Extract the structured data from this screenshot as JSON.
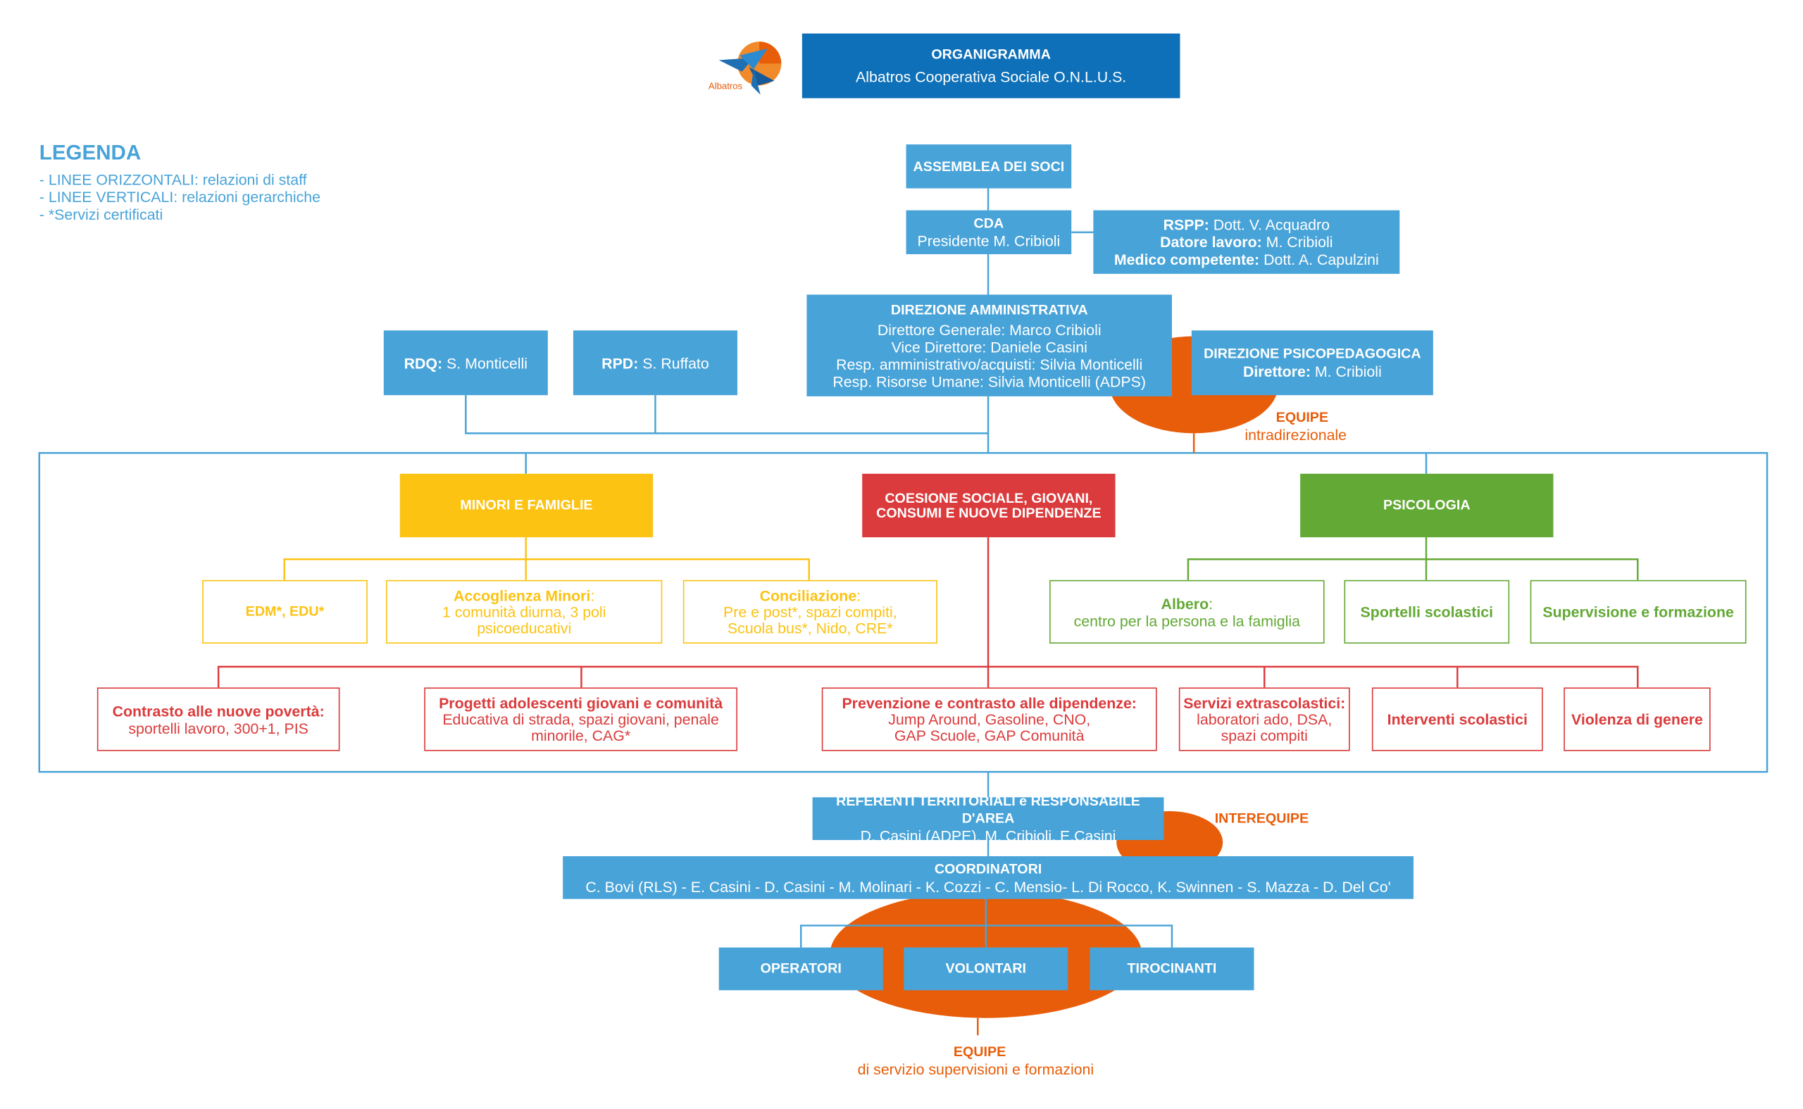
{
  "colors": {
    "blue": "#48a3d8",
    "dark_blue": "#0e70b8",
    "yellow": "#fcc313",
    "red": "#db3b3c",
    "green": "#63a935",
    "orange": "#e85d0a"
  },
  "logo": {
    "icon": "albatros-bird-logo",
    "text": "Albatros"
  },
  "header": {
    "title": "ORGANIGRAMMA",
    "subtitle": "Albatros Cooperativa Sociale O.N.L.U.S."
  },
  "legend": {
    "title": "LEGENDA",
    "items": [
      "- LINEE ORIZZONTALI: relazioni di staff",
      "- LINEE VERTICALI: relazioni gerarchiche",
      "- *Servizi certificati"
    ]
  },
  "assemblea": "ASSEMBLEA DEI SOCI",
  "cda": {
    "title": "CDA",
    "line": "Presidente M. Cribioli"
  },
  "rspp": [
    {
      "label": "RSPP:",
      "value": " Dott. V. Acquadro"
    },
    {
      "label": "Datore lavoro:",
      "value": " M. Cribioli"
    },
    {
      "label": "Medico competente:",
      "value": " Dott. A. Capulzini"
    }
  ],
  "direzione_amm": {
    "title": "DIREZIONE AMMINISTRATIVA",
    "lines": [
      "Direttore Generale: Marco Cribioli",
      "Vice Direttore: Daniele Casini",
      "Resp. amministrativo/acquisti: Silvia Monticelli",
      "Resp. Risorse Umane: Silvia Monticelli (ADPS)"
    ]
  },
  "rdq": {
    "label": "RDQ:",
    "value": " S. Monticelli"
  },
  "rpd": {
    "label": "RPD:",
    "value": " S. Ruffato"
  },
  "direzione_psico": {
    "title": "DIREZIONE PSICOPEDAGOGICA",
    "label": "Direttore:",
    "value": " M. Cribioli"
  },
  "equipe_intra": {
    "title": "EQUIPE",
    "sub": "intradirezionale"
  },
  "areas": {
    "minori": "MINORI E FAMIGLIE",
    "coesione": [
      "COESIONE SOCIALE, GIOVANI,",
      "CONSUMI E NUOVE DIPENDENZE"
    ],
    "psicologia": "PSICOLOGIA"
  },
  "minori_services": {
    "edm": "EDM*, EDU*",
    "accoglienza": {
      "title": "Accoglienza Minori",
      "colon": ":",
      "lines": [
        "1 comunità diurna, 3 poli",
        "psicoeducativi"
      ]
    },
    "conciliazione": {
      "title": "Conciliazione",
      "colon": ":",
      "lines": [
        "Pre e post*, spazi compiti,",
        "Scuola bus*, Nido, CRE*"
      ]
    }
  },
  "psico_services": {
    "albero": {
      "title": "Albero",
      "colon": ":",
      "line": "centro per la persona e la famiglia"
    },
    "sportelli": "Sportelli scolastici",
    "supervisione": "Supervisione e formazione"
  },
  "coesione_services": [
    {
      "title": "Contrasto alle nuove povertà:",
      "lines": [
        "sportelli lavoro, 300+1, PIS"
      ]
    },
    {
      "title": "Progetti adolescenti giovani e comunità",
      "lines": [
        "Educativa di strada, spazi giovani, penale",
        "minorile, CAG*"
      ]
    },
    {
      "title": "Prevenzione e contrasto alle dipendenze:",
      "lines": [
        "Jump Around, Gasoline, CNO,",
        "GAP Scuole, GAP Comunità"
      ]
    },
    {
      "title": "Servizi extrascolastici:",
      "lines": [
        "laboratori ado, DSA,",
        "spazi compiti"
      ]
    },
    {
      "title": "Interventi scolastici",
      "lines": []
    },
    {
      "title": "Violenza di genere",
      "lines": []
    }
  ],
  "referenti": {
    "title": "REFERENTI TERRITORIALI e RESPONSABILE D'AREA",
    "line": "D. Casini (ADPE), M. Cribioli, E.Casini"
  },
  "interequipe": "INTEREQUIPE",
  "coordinatori": {
    "title": "COORDINATORI",
    "line": "C. Bovi (RLS) - E. Casini - D. Casini - M. Molinari - K. Cozzi - C. Mensio- L. Di Rocco, K. Swinnen - S. Mazza - D. Del Co'"
  },
  "bottom": {
    "operatori": "OPERATORI",
    "volontari": "VOLONTARI",
    "tirocinanti": "TIROCINANTI"
  },
  "equipe_servizio": {
    "title": "EQUIPE",
    "sub": "di servizio supervisioni e formazioni"
  }
}
